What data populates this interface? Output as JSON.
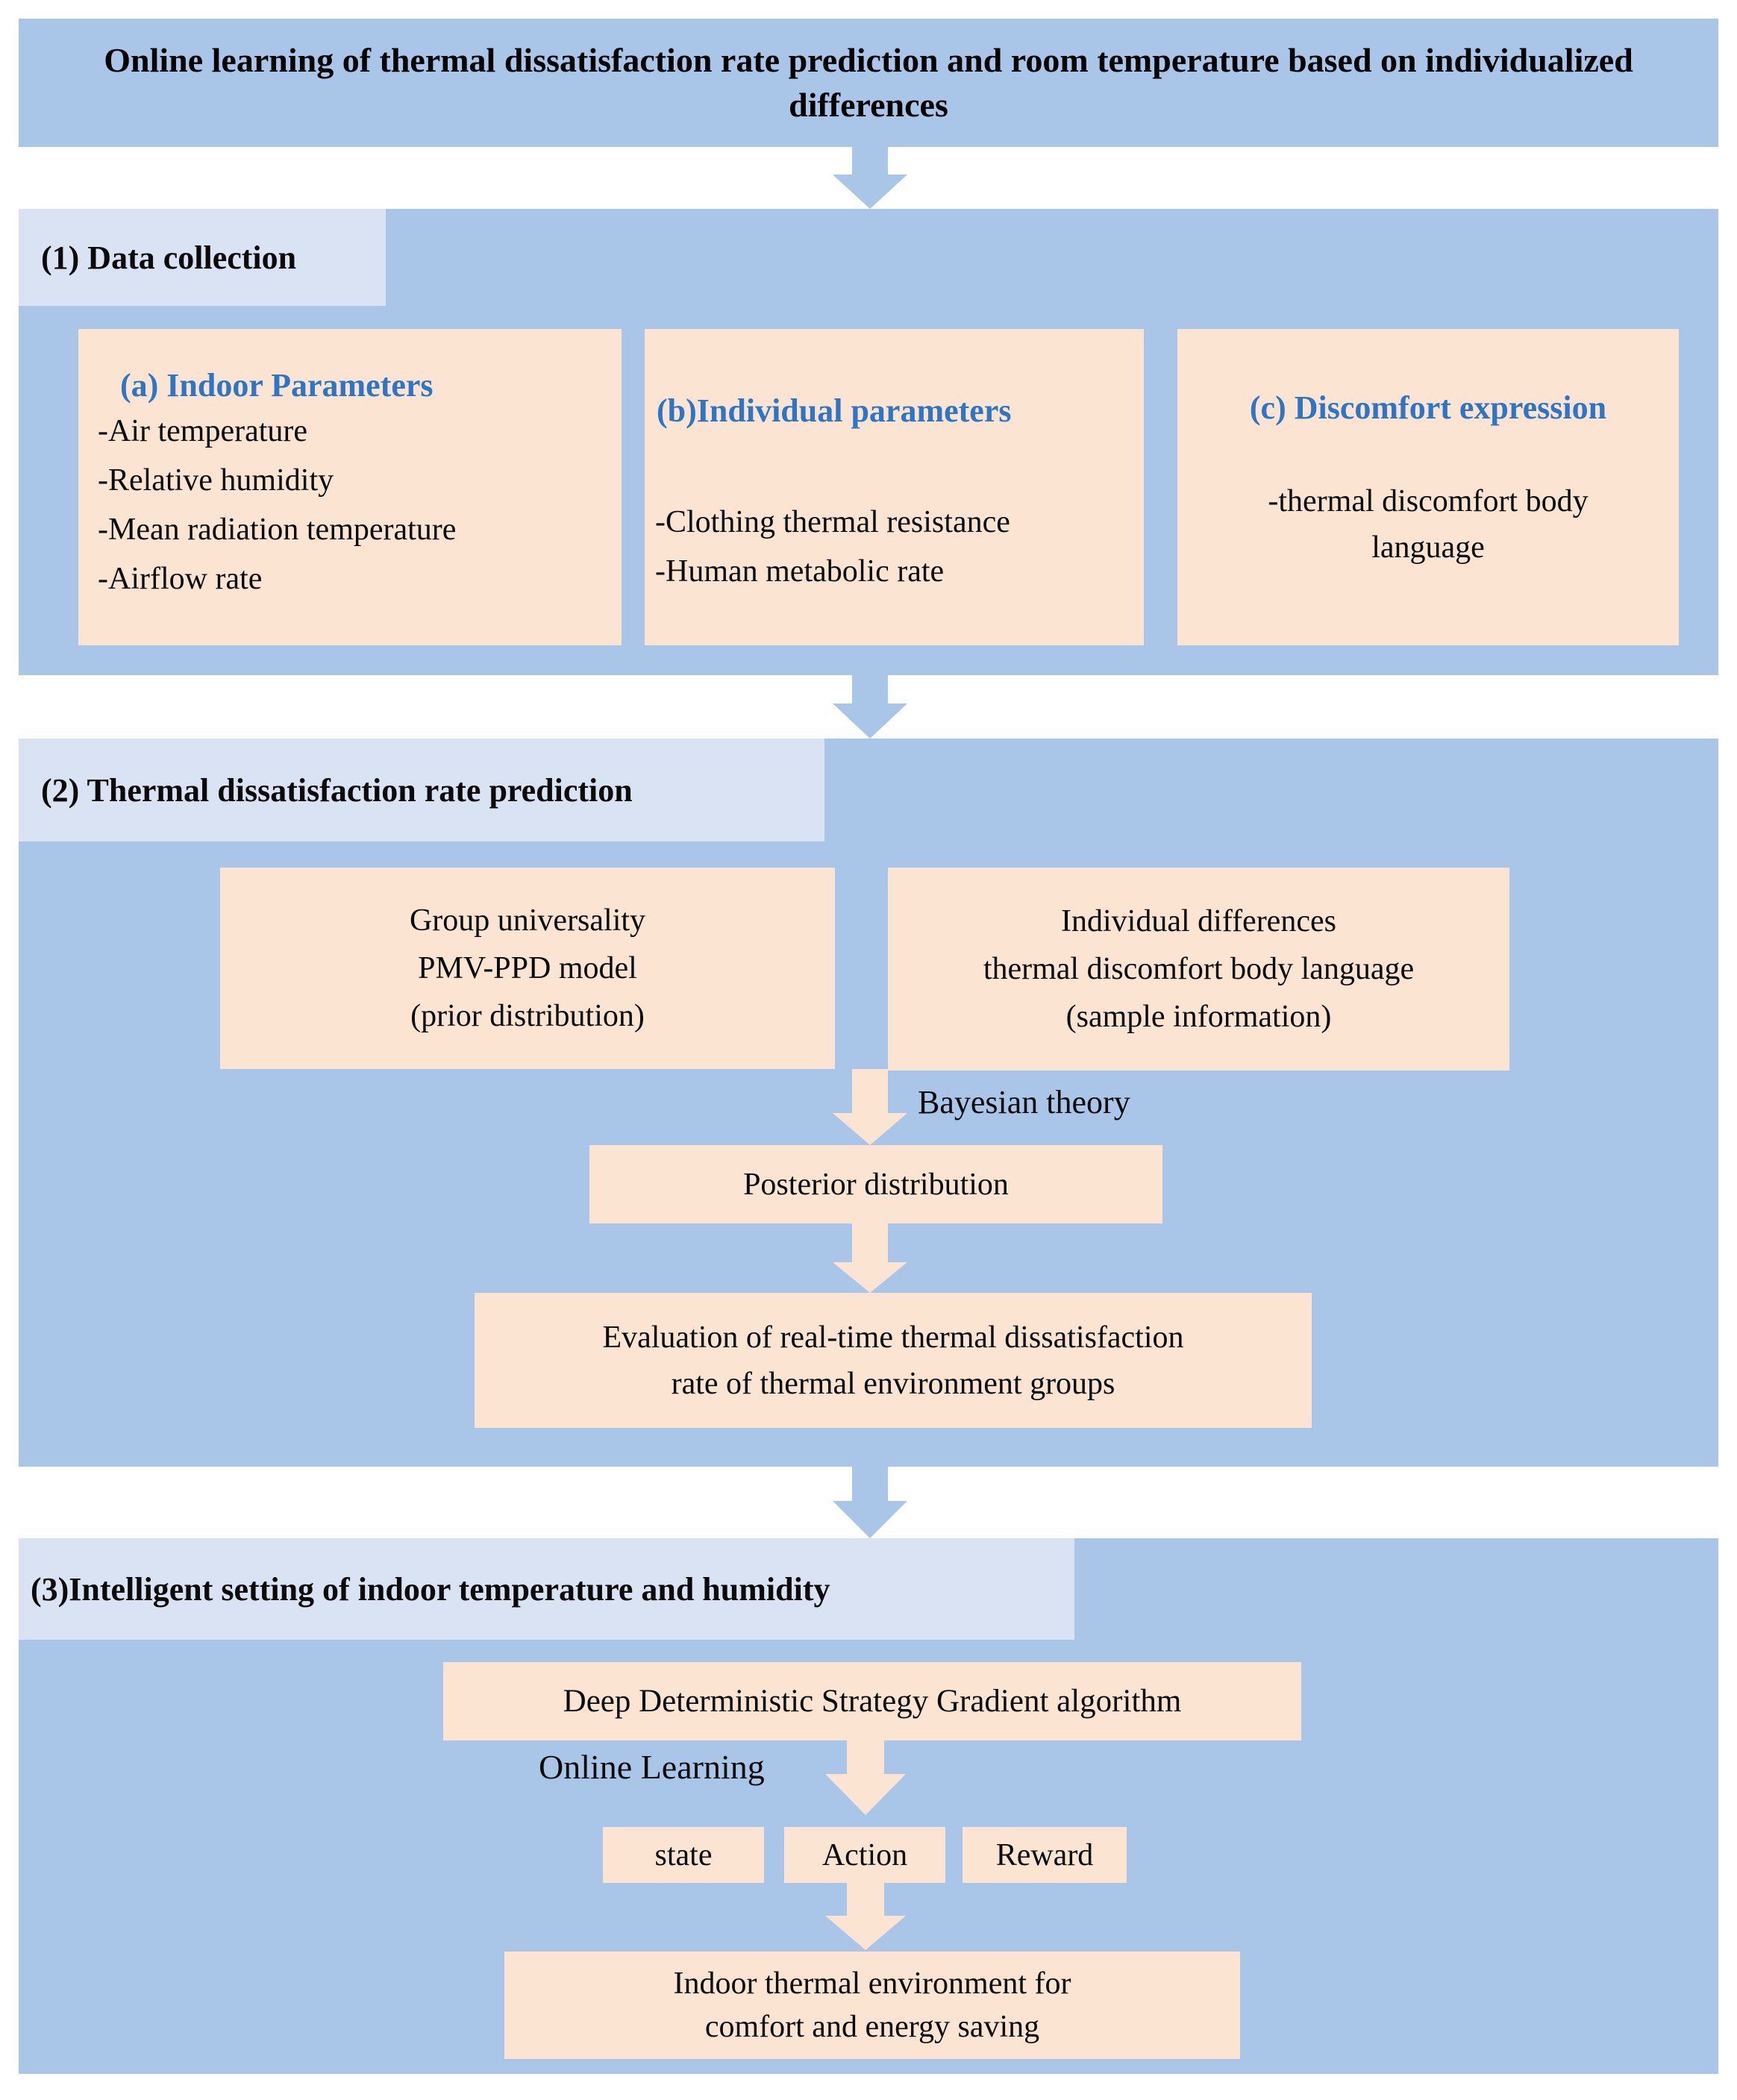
{
  "title": "Online learning of thermal dissatisfaction rate prediction and room temperature based on individualized differences",
  "colors": {
    "section_background": "#a9c5e8",
    "section_label_background": "#dae3f4",
    "box_background": "#fce4d2",
    "heading_text": "#2e75c4",
    "body_text": "#000000"
  },
  "section1": {
    "label": "(1) Data collection",
    "box_a": {
      "heading": "(a) Indoor Parameters",
      "items": [
        "-Air temperature",
        "-Relative humidity",
        "-Mean radiation temperature",
        "-Airflow rate"
      ]
    },
    "box_b": {
      "heading": "(b)Individual parameters",
      "items": [
        "-Clothing thermal resistance",
        "-Human metabolic rate"
      ]
    },
    "box_c": {
      "heading": "(c) Discomfort expression",
      "items": [
        "-thermal discomfort body language"
      ]
    }
  },
  "section2": {
    "label": "(2) Thermal dissatisfaction rate prediction",
    "prior_box": {
      "line1": "Group universality",
      "line2": "PMV-PPD model",
      "line3": "(prior distribution)"
    },
    "sample_box": {
      "line1": "Individual differences",
      "line2": "thermal discomfort body language",
      "line3": "(sample information)"
    },
    "bayesian_label": "Bayesian theory",
    "posterior_box": "Posterior distribution",
    "evaluation_box": {
      "line1": "Evaluation of real-time thermal dissatisfaction",
      "line2": "rate of thermal environment groups"
    }
  },
  "section3": {
    "label": "(3)Intelligent setting of indoor temperature and humidity",
    "algorithm_box": "Deep Deterministic Strategy Gradient algorithm",
    "online_learning_label": "Online Learning",
    "state_box": "state",
    "action_box": "Action",
    "reward_box": "Reward",
    "outcome_box": {
      "line1": "Indoor thermal environment for",
      "line2": "comfort and energy saving"
    }
  }
}
